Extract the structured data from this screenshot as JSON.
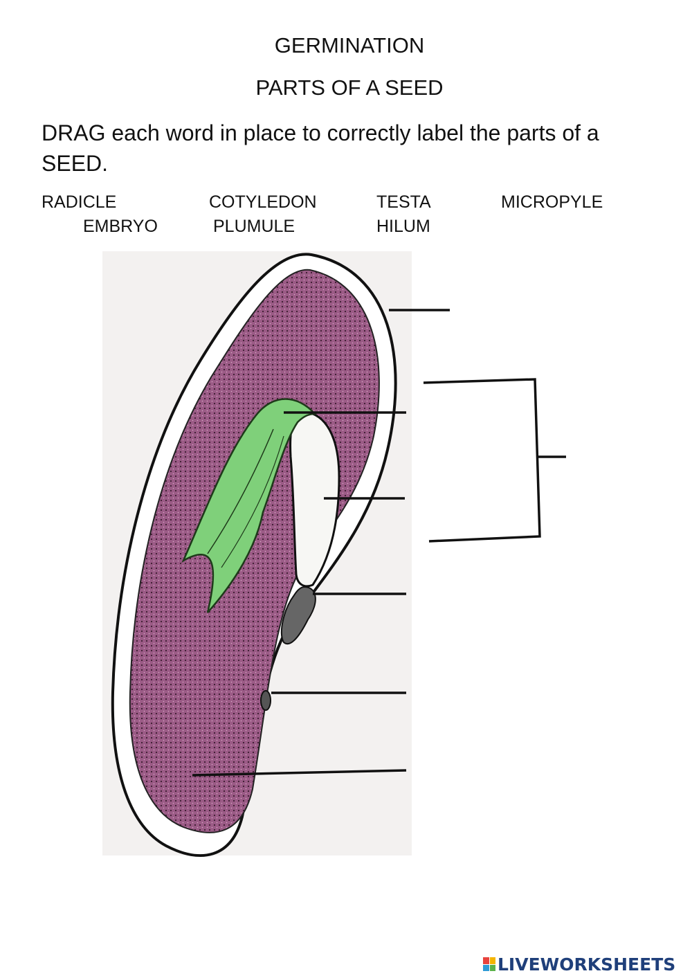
{
  "header": {
    "title": "GERMINATION",
    "subtitle": "PARTS OF A SEED"
  },
  "instructions": "DRAG each word in place to correctly label the parts of a SEED.",
  "word_bank": [
    "RADICLE",
    "COTYLEDON",
    "TESTA",
    "MICROPYLE",
    "EMBRYO",
    "PLUMULE",
    "HILUM"
  ],
  "colors": {
    "cotyledon_fill": "#9b5b86",
    "plumule_green": "#7fd07a",
    "outline": "#111111",
    "logo_blue": "#1f3f7a"
  },
  "footer": {
    "logo_text": "LIVEWORKSHEETS"
  },
  "icons": {
    "logo": "liveworksheets-logo-icon"
  }
}
